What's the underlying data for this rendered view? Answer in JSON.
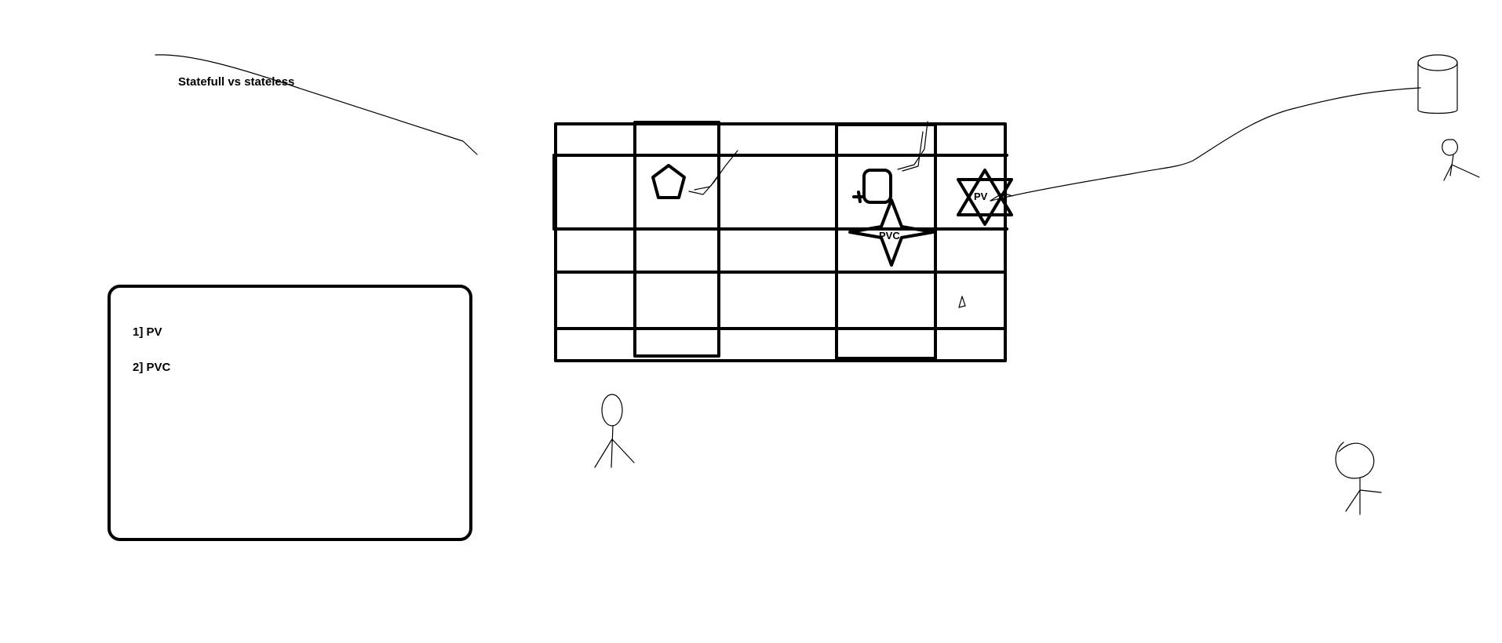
{
  "title": "Statefull vs stateless",
  "notes": {
    "items": [
      "1] PV",
      "2] PVC"
    ]
  },
  "shapes": {
    "star6_label": "PV",
    "star4_label": "PVC"
  },
  "icons": {
    "pentagon": "pentagon-icon",
    "pod": "rounded-square-icon",
    "storage": "cylinder-icon",
    "user": "stick-figure-icon"
  },
  "colors": {
    "ink": "#000000",
    "background": "#ffffff"
  }
}
